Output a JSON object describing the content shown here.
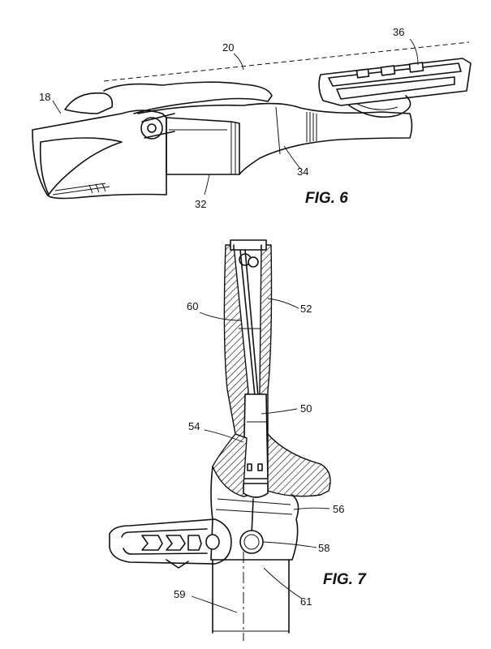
{
  "figures": [
    {
      "id": "fig6",
      "caption": "FIG. 6",
      "labels": [
        "18",
        "20",
        "36",
        "32",
        "34"
      ]
    },
    {
      "id": "fig7",
      "caption": "FIG. 7",
      "labels": [
        "60",
        "52",
        "50",
        "54",
        "56",
        "58",
        "59",
        "61"
      ]
    }
  ]
}
